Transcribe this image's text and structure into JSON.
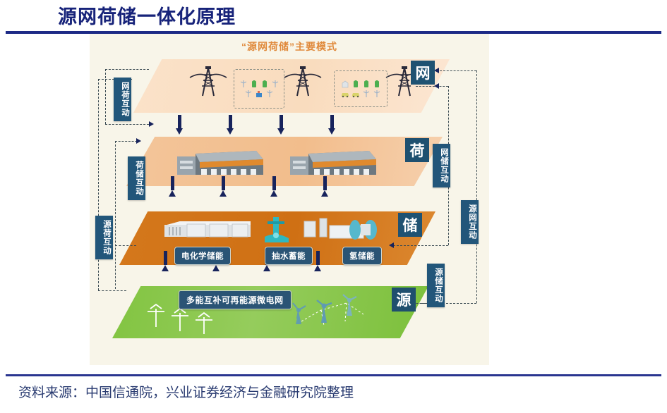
{
  "header": {
    "title": "源网荷储一体化原理"
  },
  "diagram": {
    "caption": "“源网荷储”主要模式",
    "layers": [
      {
        "key": "net",
        "badge": "网",
        "color": "#fadfc6"
      },
      {
        "key": "load",
        "badge": "荷",
        "color": "#f3c59a"
      },
      {
        "key": "store",
        "badge": "储",
        "color": "#d4781c"
      },
      {
        "key": "src",
        "badge": "源",
        "color": "#8cc63f"
      }
    ],
    "storage_types": [
      {
        "label": "电化学储能"
      },
      {
        "label": "抽水蓄能"
      },
      {
        "label": "氢储能"
      }
    ],
    "micro_grid_banner": "多能互补可再能源微电网",
    "interactions_left": [
      {
        "label": "网荷互动"
      },
      {
        "label": "荷储互动"
      },
      {
        "label": "源荷互动"
      }
    ],
    "interactions_right": [
      {
        "label": "网储互动"
      },
      {
        "label": "源网互动"
      },
      {
        "label": "源储互动"
      }
    ],
    "badge_color": "#1f5272",
    "arrow_color": "#17235c",
    "panel_bg": "#f8f5e9",
    "caption_color": "#e08a3c"
  },
  "footer": {
    "source": "资料来源：中国信通院，兴业证券经济与金融研究院整理"
  }
}
